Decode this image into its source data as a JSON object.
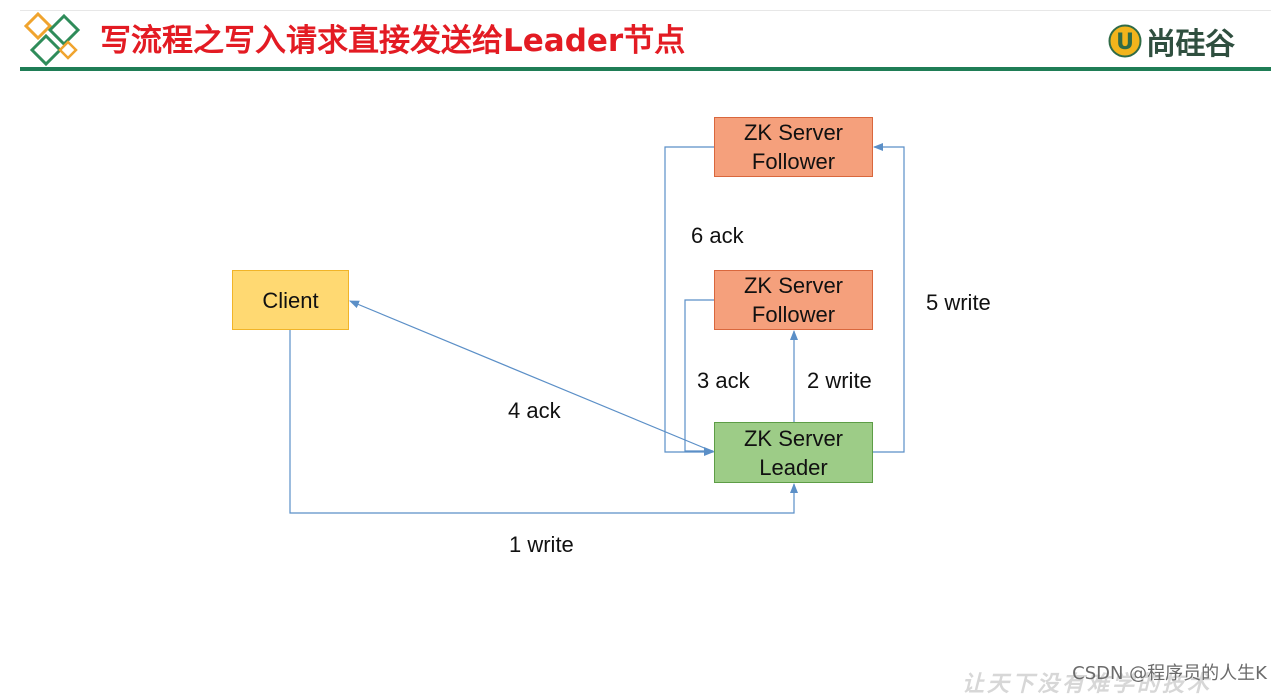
{
  "header": {
    "title": "写流程之写入请求直接发送给Leader节点",
    "brand": "尚硅谷",
    "brand_mark_letter": "U"
  },
  "diagram": {
    "nodes": {
      "client": {
        "label": "Client"
      },
      "follower_top": {
        "line1": "ZK Server",
        "line2": "Follower"
      },
      "follower_mid": {
        "line1": "ZK Server",
        "line2": "Follower"
      },
      "leader": {
        "line1": "ZK Server",
        "line2": "Leader"
      }
    },
    "edges": {
      "write_1": "1 write",
      "write_2": "2 write",
      "ack_3": "3 ack",
      "ack_4": "4 ack",
      "write_5": "5 write",
      "ack_6": "6 ack"
    }
  },
  "footer": {
    "watermark": "CSDN @程序员的人生K",
    "slogan": "让天下没有难学的技术"
  },
  "colors": {
    "title_red": "#e31b23",
    "header_green": "#1f7d56",
    "client_fill": "#ffd972",
    "follower_fill": "#f5a07c",
    "leader_fill": "#9dcc87",
    "connector_blue": "#5b8fc7"
  }
}
